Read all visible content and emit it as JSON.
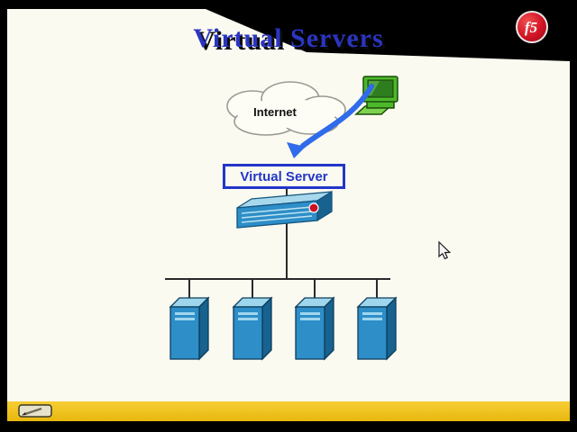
{
  "slide": {
    "title": "Virtual Servers",
    "cloud_label": "Internet",
    "virtual_server_label": "Virtual Server",
    "logo_text": "f5"
  },
  "icons": {
    "cloud": "internet-cloud-icon",
    "computer": "client-computer-icon",
    "arrow": "traffic-arrow-icon",
    "appliance": "f5-appliance-icon",
    "servers": "server-tower-icon",
    "pen_tool": "pen-tool-icon",
    "cursor": "mouse-cursor"
  },
  "colors": {
    "title_text": "#2b35c0",
    "title_band": "#000000",
    "slide_bg": "#fbfaf0",
    "frame_bg": "#000000",
    "virtual_server_border": "#2236c8",
    "virtual_server_text": "#2236c8",
    "arrow_blue": "#2f6bea",
    "server_front": "#2d8ec8",
    "server_top": "#9ed6ee",
    "server_side": "#17628f",
    "computer_green": "#4db82a",
    "taskbar_yellow": "#f0c01a",
    "logo_red": "#cc1122"
  },
  "diagram": {
    "server_count": 4
  }
}
